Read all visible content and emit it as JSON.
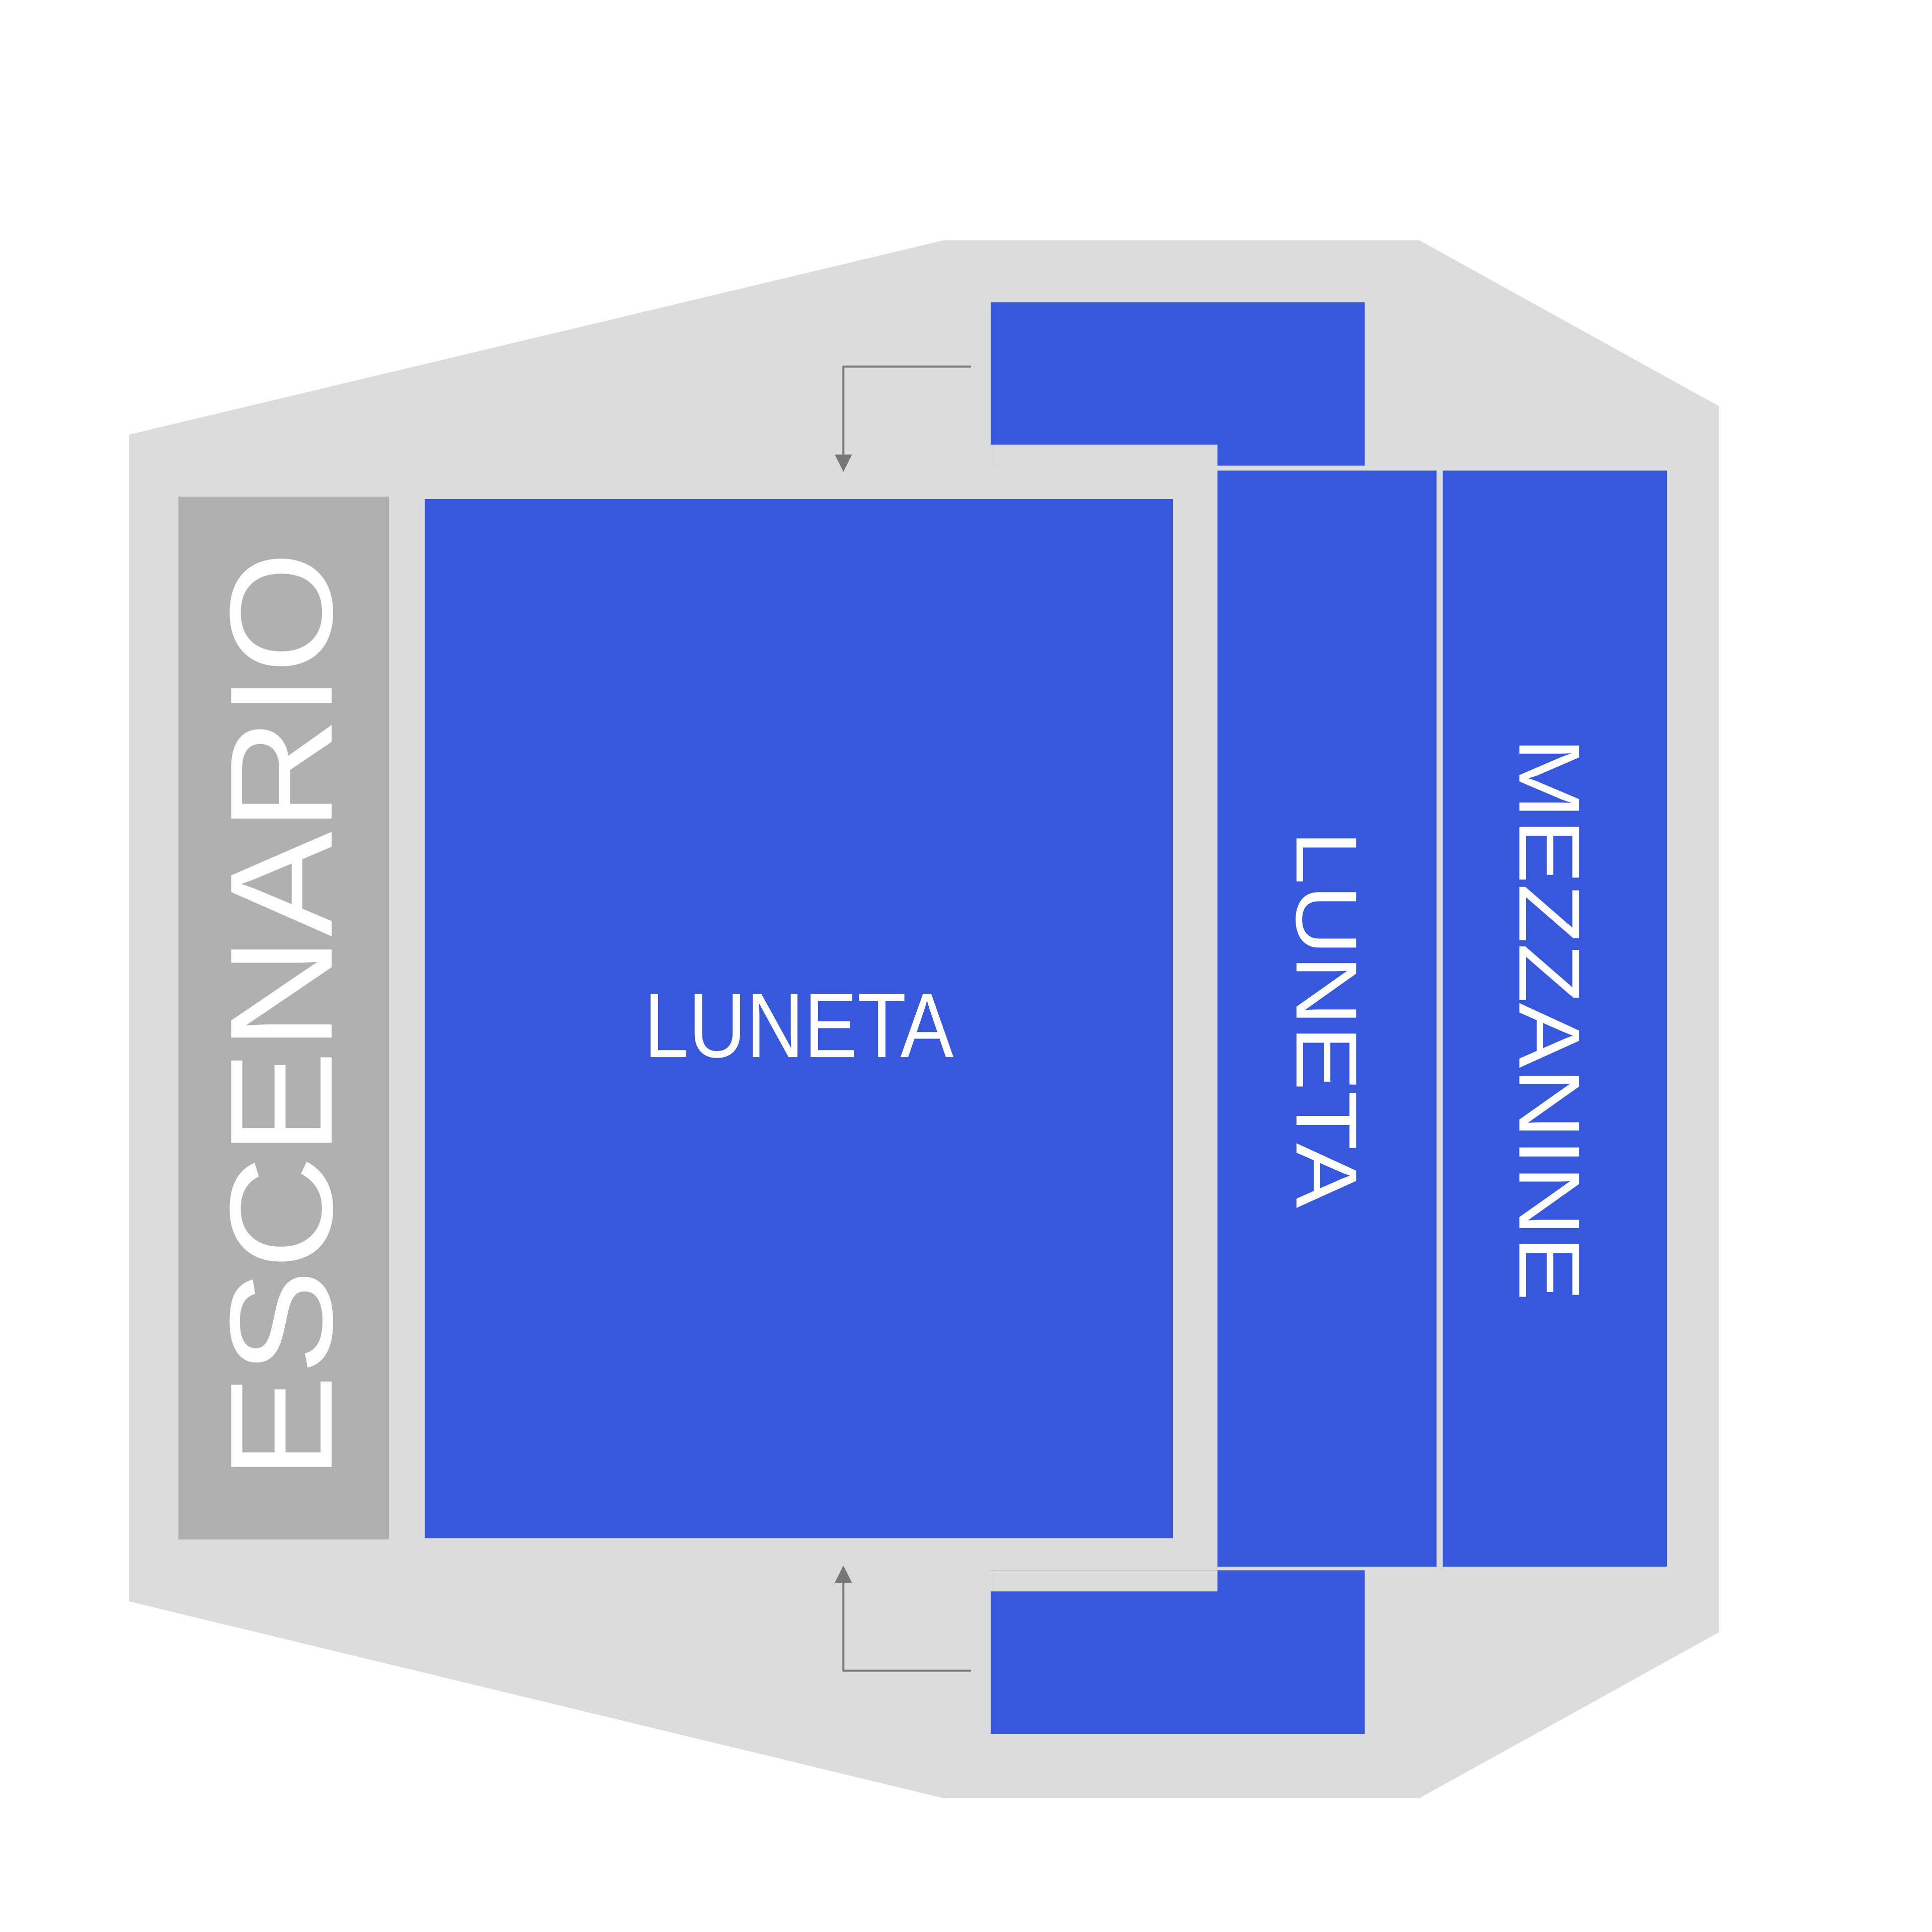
{
  "venue_map": {
    "stage": {
      "label": "ESCENARIO"
    },
    "sections": {
      "orchestra_main": {
        "label": "LUNETA"
      },
      "orchestra_rear": {
        "label": "LUNETA"
      },
      "mezzanine": {
        "label": "MEZZANINE"
      },
      "upper_box": {
        "label": ""
      },
      "lower_box": {
        "label": ""
      }
    },
    "colors": {
      "background": "#ffffff",
      "venue_floor": "#dcdcdc",
      "stage": "#b0b0b0",
      "section": "#3757dd",
      "label": "#ffffff",
      "arrow": "#777777"
    }
  }
}
